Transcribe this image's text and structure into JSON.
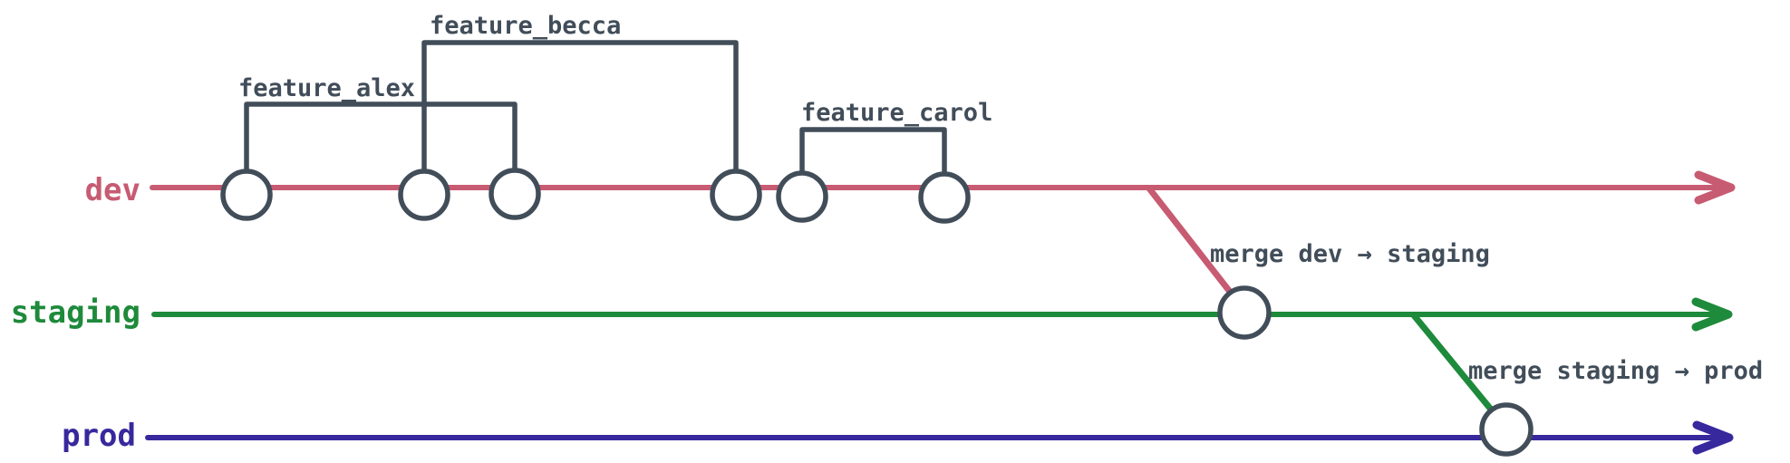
{
  "diagram": {
    "background": "#ffffff",
    "colors": {
      "ink": "#414d59",
      "node_fill": "#ffffff"
    },
    "branches": [
      {
        "id": "dev",
        "label": "dev",
        "color": "#c75b72",
        "commit_count": 6
      },
      {
        "id": "staging",
        "label": "staging",
        "color": "#1e8a3b",
        "commit_count": 1
      },
      {
        "id": "prod",
        "label": "prod",
        "color": "#38289e",
        "commit_count": 1
      }
    ],
    "feature_branches": [
      {
        "label": "feature_alex",
        "spans_commits": [
          1,
          3
        ]
      },
      {
        "label": "feature_becca",
        "spans_commits": [
          2,
          4
        ]
      },
      {
        "label": "feature_carol",
        "spans_commits": [
          5,
          6
        ]
      }
    ],
    "merges": [
      {
        "label": "merge dev → staging",
        "from": "dev",
        "to": "staging"
      },
      {
        "label": "merge staging → prod",
        "from": "staging",
        "to": "prod"
      }
    ]
  }
}
